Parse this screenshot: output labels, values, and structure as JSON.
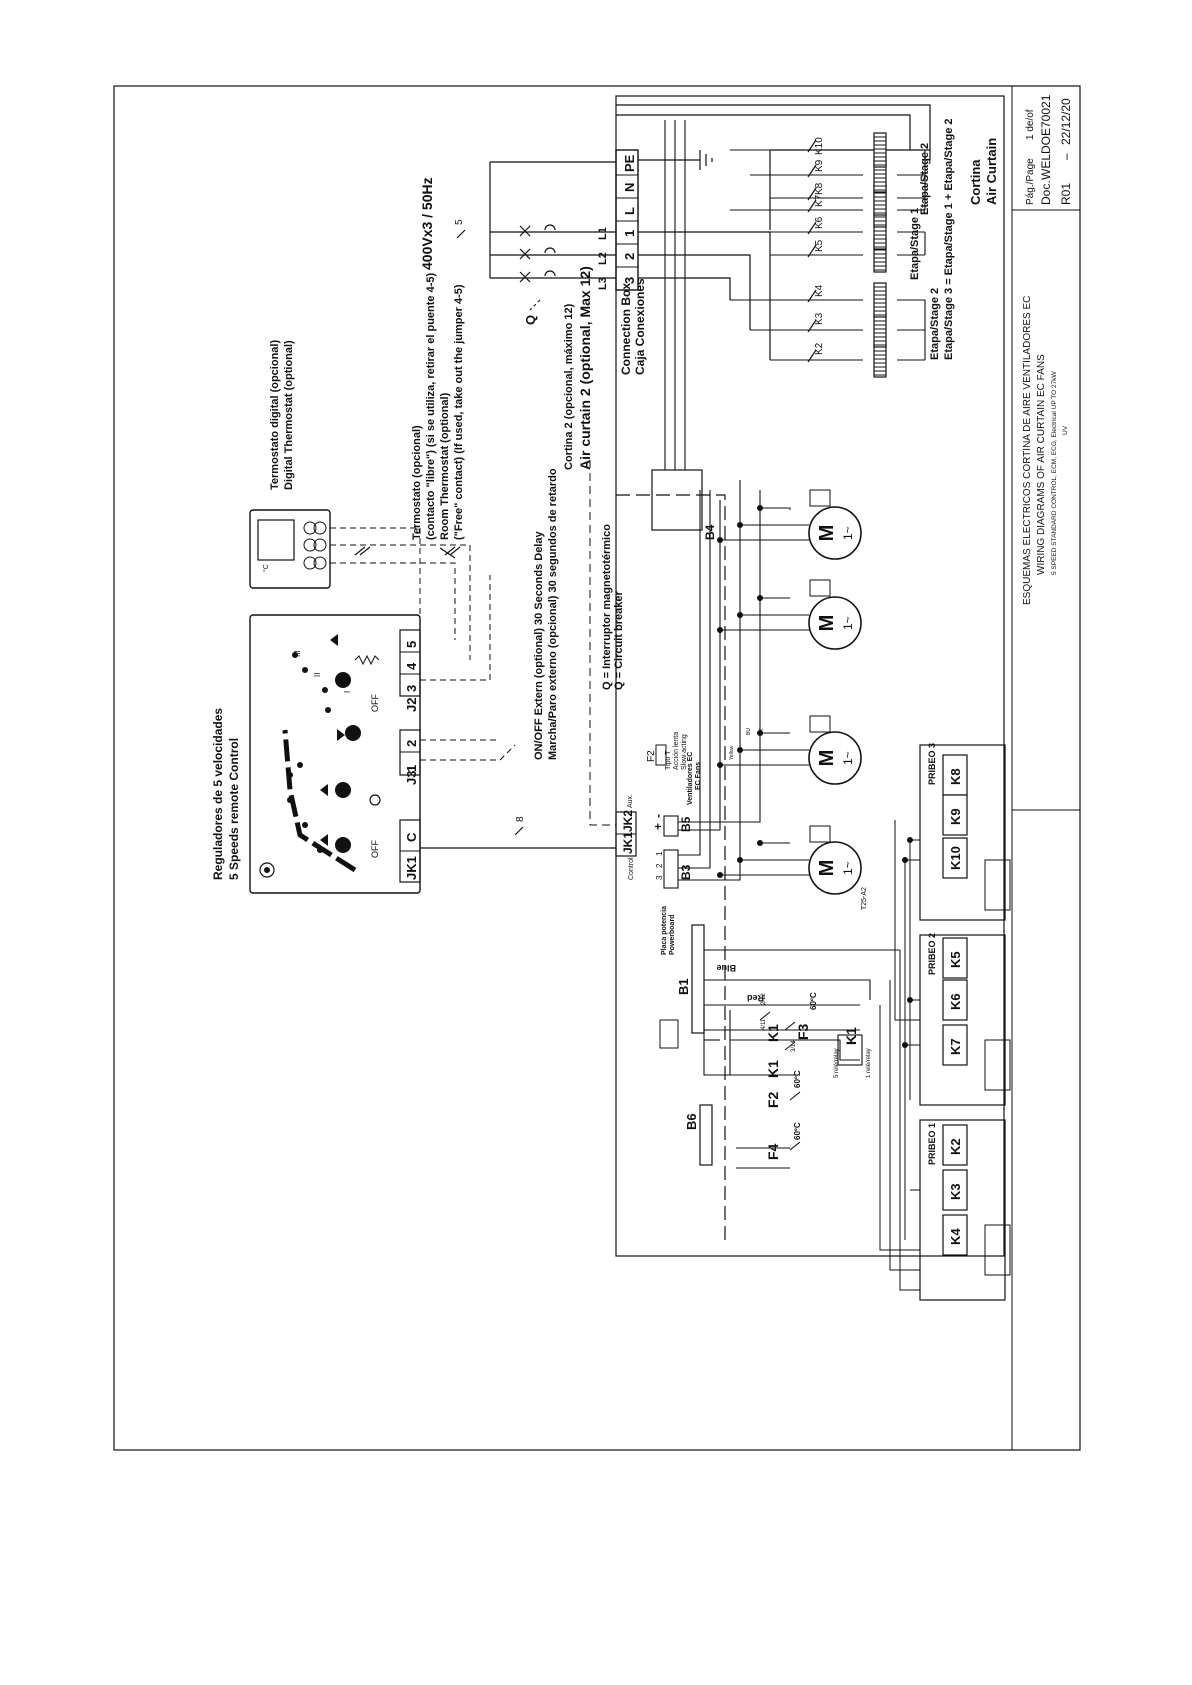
{
  "title_block": {
    "page_label": "Pág./Page",
    "page_value": "1 de/of",
    "doc_label": "Doc.",
    "doc_value": "WELDOE70021",
    "revision": "R01",
    "date": "22/12/20",
    "title_es": "ESQUEMAS ELECTRICOS CORTINA DE AIRE VENTILADORES EC",
    "title_en": "WIRING DIAGRAMS OF AIR CURTAIN EC FANS",
    "subtitle": "5 SPEED STANDARD CONTROL, ECM, ECG, Electrical UP TO 27kW",
    "subtitle2": "UV"
  },
  "controls": {
    "remote_title_es": "Reguladores de 5 velocidades",
    "remote_title_en": "5 Speeds remote Control",
    "remote_off_1": "OFF",
    "remote_off_2": "OFF",
    "remote_i": "I",
    "remote_ii": "II",
    "remote_iii": "III",
    "jk1": "JK1",
    "c": "C",
    "j3": "J3",
    "j3_1": "1",
    "j3_2": "2",
    "j2": "J2",
    "j2_3": "3",
    "j2_4": "4",
    "j2_5": "5",
    "thermo_digital_es": "Termostato digital (opcional)",
    "thermo_digital_en": "Digital Thermostat (optional)",
    "thermo_unit": "°C",
    "room_thermo_1": "Termostato (opcional)",
    "room_thermo_2": "(contacto \"libre\") (si se utiliza, retirar el puente 4-5)",
    "room_thermo_3": "Room Thermostat (optional)",
    "room_thermo_4": "(\"Free\" contact) (If used, take out the jumper 4-5)",
    "onoff_1": "ON/OFF Extern (optional) 30 Seconds Delay",
    "onoff_2": "Marcha/Paro externo (opcional) 30 segundos de retardo",
    "q_es": "Q = Interruptor magnetotérmico",
    "q_en": "Q = Circuit breaker",
    "curtain2_es": "Cortina 2 (opcional, máximo 12)",
    "curtain2_en": "Air curtain 2 (optional, Max 12)",
    "wire_8": "8",
    "wire_5": "5"
  },
  "power": {
    "supply": "400Vx3 / 50Hz",
    "q": "Q",
    "l1": "L1",
    "l2": "L2",
    "l3": "L3",
    "term_pe": "PE",
    "term_n": "N",
    "term_l": "L",
    "term_1": "1",
    "term_2": "2",
    "term_3": "3",
    "connbox_en": "Connection Box",
    "connbox_es": "Caja Conexiones"
  },
  "heaters": {
    "k2": "K2",
    "k3": "K3",
    "k4": "K4",
    "k5": "K5",
    "k6": "K6",
    "k7": "K7",
    "k8": "K8",
    "k9": "K9",
    "k10": "K10",
    "stage2a": "Etapa/Stage 2",
    "stage1": "Etapa/Stage 1",
    "stage2b": "Etapa/Stage 2",
    "stage3": "Etapa/Stage 3 = Etapa/Stage 1 + Etapa/Stage 2",
    "cortina": "Cortina",
    "air_curtain": "Air Curtain"
  },
  "board": {
    "control": "Control",
    "jk1": "JK1",
    "jk2": "JK2",
    "aux": "Aux.",
    "b3": "B3",
    "b5": "B5",
    "b4": "B4",
    "b1": "B1",
    "b6": "B6",
    "plus": "+",
    "minus": "-",
    "n3": "3",
    "n2": "2",
    "n1": "1",
    "f2_top": "F2",
    "tipo": "Tipo T",
    "accion": "Acción lenta",
    "slow": "Slow acting",
    "ec_es": "Ventiladores EC",
    "ec_en": "EC Fans",
    "wire_yellow": "Yellow",
    "wire_bu": "BU",
    "wire_bk": "BK",
    "motor_m": "M",
    "motor_1": "1~",
    "t25": "T25-A2",
    "powerboard_es": "Placa potencia",
    "powerboard_en": "Powerboard",
    "blue": "Blue",
    "red": "Red",
    "k1": "K1",
    "f3": "F3",
    "f2": "F2",
    "f4": "F4",
    "t60": "60ºC",
    "n411": "4/11",
    "n212": "2/12",
    "n314": "3/14",
    "relay5": "5 relé/relay",
    "relay1": "1 relé/relay",
    "pribeo1": "PRIBEO 1",
    "pribeo2": "PRIBEO 2",
    "pribeo3": "PRIBEO 3"
  }
}
